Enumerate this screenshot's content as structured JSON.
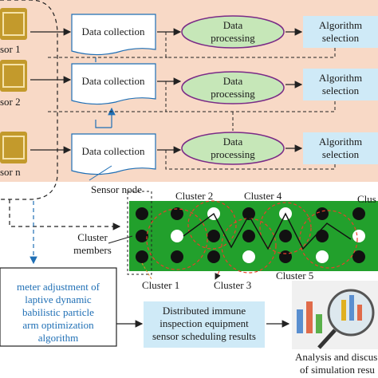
{
  "sensors": [
    {
      "label": "sor 1"
    },
    {
      "label": "sor 2"
    },
    {
      "label": "sor n"
    }
  ],
  "rows": [
    {
      "collection": "Data collection",
      "processing_l1": "Data",
      "processing_l2": "processing",
      "algorithm_l1": "Algorithm",
      "algorithm_l2": "selection"
    },
    {
      "collection": "Data collection",
      "processing_l1": "Data",
      "processing_l2": "processing",
      "algorithm_l1": "Algorithm",
      "algorithm_l2": "selection"
    },
    {
      "collection": "Data collection",
      "processing_l1": "Data",
      "processing_l2": "processing",
      "algorithm_l1": "Algorithm",
      "algorithm_l2": "selection"
    }
  ],
  "sensor_node_label": "Sensor node",
  "cluster_members_l1": "Cluster",
  "cluster_members_l2": "members",
  "clusters": {
    "c1": "Cluster 1",
    "c2": "Cluster 2",
    "c3": "Cluster 3",
    "c4": "Cluster 4",
    "c5": "Cluster 5",
    "c_partial": "Clus"
  },
  "parameter_box": {
    "l1": "meter adjustment of",
    "l2": "laptive dynamic",
    "l3": "babilistic particle",
    "l4": "arm optimization",
    "l5": "algorithm"
  },
  "results_box": {
    "l1": "Distributed immune",
    "l2": "inspection equipment",
    "l3": "sensor scheduling results"
  },
  "analysis": {
    "l1": "Analysis and discus",
    "l2": "of simulation resu"
  },
  "colors": {
    "background_band": "#f8d9c6",
    "process_fill": "#c6e7b8",
    "process_stroke": "#7a2a86",
    "algorithm_fill": "#cfeaf7",
    "grid_green": "#22a02c",
    "sensor_icon": "#c39a2c",
    "text_blue": "#1f6fb5"
  }
}
